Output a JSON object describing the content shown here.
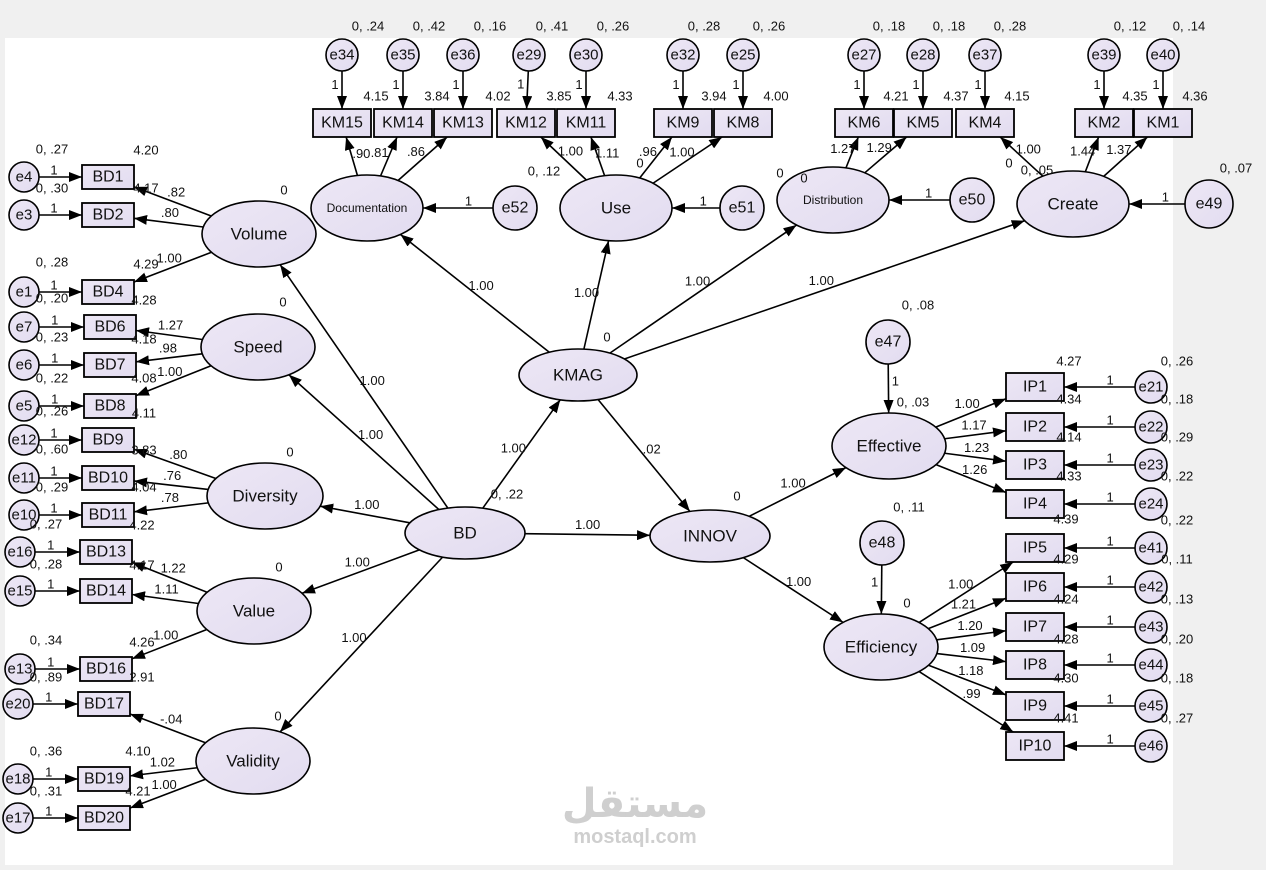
{
  "colors": {
    "fill_top": "#ede7f5",
    "fill_bottom": "#e2dcf0",
    "stroke": "#000000",
    "text": "#111111"
  },
  "watermark": {
    "arabic": "مستقل",
    "latin": "mostaql.com"
  },
  "latents": [
    {
      "id": "BD",
      "label": "BD"
    },
    {
      "id": "KMAG",
      "label": "KMAG"
    },
    {
      "id": "INNOV",
      "label": "INNOV"
    },
    {
      "id": "Volume",
      "label": "Volume"
    },
    {
      "id": "Speed",
      "label": "Speed"
    },
    {
      "id": "Diversity",
      "label": "Diversity"
    },
    {
      "id": "Value",
      "label": "Value"
    },
    {
      "id": "Validity",
      "label": "Validity"
    },
    {
      "id": "Documentation",
      "label": "Documentation"
    },
    {
      "id": "Use",
      "label": "Use"
    },
    {
      "id": "Distribution",
      "label": "Distribution"
    },
    {
      "id": "Create",
      "label": "Create"
    },
    {
      "id": "Effective",
      "label": "Effective"
    },
    {
      "id": "Efficiency",
      "label": "Efficiency"
    }
  ],
  "indicators": [
    "BD1",
    "BD2",
    "BD4",
    "BD6",
    "BD7",
    "BD8",
    "BD9",
    "BD10",
    "BD11",
    "BD13",
    "BD14",
    "BD16",
    "BD17",
    "BD19",
    "BD20",
    "KM15",
    "KM14",
    "KM13",
    "KM12",
    "KM11",
    "KM9",
    "KM8",
    "KM6",
    "KM5",
    "KM4",
    "KM2",
    "KM1",
    "IP1",
    "IP2",
    "IP3",
    "IP4",
    "IP5",
    "IP6",
    "IP7",
    "IP8",
    "IP9",
    "IP10"
  ],
  "errors": [
    "e4",
    "e3",
    "e1",
    "e7",
    "e6",
    "e5",
    "e12",
    "e11",
    "e10",
    "e16",
    "e15",
    "e13",
    "e20",
    "e18",
    "e17",
    "e34",
    "e35",
    "e36",
    "e29",
    "e30",
    "e32",
    "e25",
    "e27",
    "e28",
    "e37",
    "e39",
    "e40",
    "e21",
    "e22",
    "e23",
    "e24",
    "e41",
    "e42",
    "e43",
    "e44",
    "e45",
    "e46",
    "e52",
    "e51",
    "e50",
    "e49",
    "e47",
    "e48"
  ],
  "paths": [
    {
      "from": "BD",
      "to": "KMAG",
      "label": "1.00"
    },
    {
      "from": "BD",
      "to": "INNOV",
      "label": "1.00"
    },
    {
      "from": "KMAG",
      "to": "INNOV",
      "label": ".02"
    },
    {
      "from": "BD",
      "to": "Volume",
      "label": "1.00"
    },
    {
      "from": "BD",
      "to": "Speed",
      "label": "1.00"
    },
    {
      "from": "BD",
      "to": "Diversity",
      "label": "1.00"
    },
    {
      "from": "BD",
      "to": "Value",
      "label": "1.00"
    },
    {
      "from": "BD",
      "to": "Validity",
      "label": "1.00"
    },
    {
      "from": "KMAG",
      "to": "Documentation",
      "label": "1.00"
    },
    {
      "from": "KMAG",
      "to": "Use",
      "label": "1.00"
    },
    {
      "from": "KMAG",
      "to": "Distribution",
      "label": "1.00"
    },
    {
      "from": "KMAG",
      "to": "Create",
      "label": "1.00"
    },
    {
      "from": "INNOV",
      "to": "Effective",
      "label": "1.00"
    },
    {
      "from": "INNOV",
      "to": "Efficiency",
      "label": "1.00"
    },
    {
      "from": "Volume",
      "to": "BD1",
      "label": ".82"
    },
    {
      "from": "Volume",
      "to": "BD2",
      "label": ".80"
    },
    {
      "from": "Volume",
      "to": "BD4",
      "label": "1.00"
    },
    {
      "from": "Speed",
      "to": "BD6",
      "label": "1.27"
    },
    {
      "from": "Speed",
      "to": "BD7",
      "label": ".98"
    },
    {
      "from": "Speed",
      "to": "BD8",
      "label": "1.00"
    },
    {
      "from": "Diversity",
      "to": "BD9",
      "label": ".80"
    },
    {
      "from": "Diversity",
      "to": "BD10",
      "label": ".76"
    },
    {
      "from": "Diversity",
      "to": "BD11",
      "label": ".78"
    },
    {
      "from": "Value",
      "to": "BD13",
      "label": "1.22"
    },
    {
      "from": "Value",
      "to": "BD14",
      "label": "1.11"
    },
    {
      "from": "Value",
      "to": "BD16",
      "label": "1.00"
    },
    {
      "from": "Validity",
      "to": "BD17",
      "label": "-.04"
    },
    {
      "from": "Validity",
      "to": "BD19",
      "label": "1.02"
    },
    {
      "from": "Validity",
      "to": "BD20",
      "label": "1.00"
    },
    {
      "from": "Documentation",
      "to": "KM15",
      "label": ".90"
    },
    {
      "from": "Documentation",
      "to": "KM14",
      "label": ".81"
    },
    {
      "from": "Documentation",
      "to": "KM13",
      "label": ".86"
    },
    {
      "from": "Use",
      "to": "KM12",
      "label": "1.00"
    },
    {
      "from": "Use",
      "to": "KM11",
      "label": "1.11"
    },
    {
      "from": "Use",
      "to": "KM9",
      "label": ".96"
    },
    {
      "from": "Use",
      "to": "KM8",
      "label": "1.00"
    },
    {
      "from": "Distribution",
      "to": "KM6",
      "label": "1.27"
    },
    {
      "from": "Distribution",
      "to": "KM5",
      "label": "1.29"
    },
    {
      "from": "Create",
      "to": "KM4",
      "label": "1.00"
    },
    {
      "from": "Create",
      "to": "KM2",
      "label": "1.44"
    },
    {
      "from": "Create",
      "to": "KM1",
      "label": "1.37"
    },
    {
      "from": "Effective",
      "to": "IP1",
      "label": "1.00"
    },
    {
      "from": "Effective",
      "to": "IP2",
      "label": "1.17"
    },
    {
      "from": "Effective",
      "to": "IP3",
      "label": "1.23"
    },
    {
      "from": "Effective",
      "to": "IP4",
      "label": "1.26"
    },
    {
      "from": "Efficiency",
      "to": "IP5",
      "label": "1.00"
    },
    {
      "from": "Efficiency",
      "to": "IP6",
      "label": "1.21"
    },
    {
      "from": "Efficiency",
      "to": "IP7",
      "label": "1.20"
    },
    {
      "from": "Efficiency",
      "to": "IP8",
      "label": "1.09"
    },
    {
      "from": "Efficiency",
      "to": "IP9",
      "label": "1.18"
    },
    {
      "from": "Efficiency",
      "to": "IP10",
      "label": ".99"
    },
    {
      "from": "e4",
      "to": "BD1",
      "label": "1"
    },
    {
      "from": "e3",
      "to": "BD2",
      "label": "1"
    },
    {
      "from": "e1",
      "to": "BD4",
      "label": "1"
    },
    {
      "from": "e7",
      "to": "BD6",
      "label": "1"
    },
    {
      "from": "e6",
      "to": "BD7",
      "label": "1"
    },
    {
      "from": "e5",
      "to": "BD8",
      "label": "1"
    },
    {
      "from": "e12",
      "to": "BD9",
      "label": "1"
    },
    {
      "from": "e11",
      "to": "BD10",
      "label": "1"
    },
    {
      "from": "e10",
      "to": "BD11",
      "label": "1"
    },
    {
      "from": "e16",
      "to": "BD13",
      "label": "1"
    },
    {
      "from": "e15",
      "to": "BD14",
      "label": "1"
    },
    {
      "from": "e13",
      "to": "BD16",
      "label": "1"
    },
    {
      "from": "e20",
      "to": "BD17",
      "label": "1"
    },
    {
      "from": "e18",
      "to": "BD19",
      "label": "1"
    },
    {
      "from": "e17",
      "to": "BD20",
      "label": "1"
    },
    {
      "from": "e34",
      "to": "KM15",
      "label": "1"
    },
    {
      "from": "e35",
      "to": "KM14",
      "label": "1"
    },
    {
      "from": "e36",
      "to": "KM13",
      "label": "1"
    },
    {
      "from": "e29",
      "to": "KM12",
      "label": "1"
    },
    {
      "from": "e30",
      "to": "KM11",
      "label": "1"
    },
    {
      "from": "e32",
      "to": "KM9",
      "label": "1"
    },
    {
      "from": "e25",
      "to": "KM8",
      "label": "1"
    },
    {
      "from": "e27",
      "to": "KM6",
      "label": "1"
    },
    {
      "from": "e28",
      "to": "KM5",
      "label": "1"
    },
    {
      "from": "e37",
      "to": "KM4",
      "label": "1"
    },
    {
      "from": "e39",
      "to": "KM2",
      "label": "1"
    },
    {
      "from": "e40",
      "to": "KM1",
      "label": "1"
    },
    {
      "from": "e21",
      "to": "IP1",
      "label": "1"
    },
    {
      "from": "e22",
      "to": "IP2",
      "label": "1"
    },
    {
      "from": "e23",
      "to": "IP3",
      "label": "1"
    },
    {
      "from": "e24",
      "to": "IP4",
      "label": "1"
    },
    {
      "from": "e41",
      "to": "IP5",
      "label": "1"
    },
    {
      "from": "e42",
      "to": "IP6",
      "label": "1"
    },
    {
      "from": "e43",
      "to": "IP7",
      "label": "1"
    },
    {
      "from": "e44",
      "to": "IP8",
      "label": "1"
    },
    {
      "from": "e45",
      "to": "IP9",
      "label": "1"
    },
    {
      "from": "e46",
      "to": "IP10",
      "label": "1"
    },
    {
      "from": "e52",
      "to": "Documentation",
      "label": "1"
    },
    {
      "from": "e51",
      "to": "Use",
      "label": "1"
    },
    {
      "from": "e50",
      "to": "Distribution",
      "label": "1"
    },
    {
      "from": "e49",
      "to": "Create",
      "label": "1"
    },
    {
      "from": "e47",
      "to": "Effective",
      "label": "1"
    },
    {
      "from": "e48",
      "to": "Efficiency",
      "label": "1"
    }
  ],
  "estimates": [
    "0, .22",
    "0",
    "0",
    "0",
    "0",
    "0",
    "0",
    "0",
    "0",
    "0",
    "0, .05",
    "0, .03",
    "0",
    "0",
    "0",
    "0, .27",
    "0, .30",
    "0, .28",
    "0, .20",
    "0, .23",
    "0, .22",
    "0, .26",
    "0, .60",
    "0, .29",
    "0, .27",
    "0, .28",
    "0, .34",
    "0, .89",
    "0, .36",
    "0, .31",
    "4.20",
    "4.17",
    "4.29",
    "4.28",
    "4.18",
    "4.08",
    "4.11",
    "3.83",
    "4.04",
    "4.22",
    "4.17",
    "4.26",
    "2.91",
    "4.10",
    "4.21",
    "0, .24",
    "0, .42",
    "0, .16",
    "0, .41",
    "0, .26",
    "0, .28",
    "0, .26",
    "0, .18",
    "0, .18",
    "0, .28",
    "0, .12",
    "0, .14",
    "4.15",
    "3.84",
    "4.02",
    "3.85",
    "4.33",
    "3.94",
    "4.00",
    "4.21",
    "4.37",
    "4.15",
    "4.35",
    "4.36",
    "0, .26",
    "0, .18",
    "0, .29",
    "0, .22",
    "0, .22",
    "0, .11",
    "0, .13",
    "0, .20",
    "0, .18",
    "0, .27",
    "4.27",
    "4.34",
    "4.14",
    "4.33",
    "4.39",
    "4.29",
    "4.24",
    "4.28",
    "4.30",
    "4.41",
    "0, .12",
    "0, .07",
    "0, .08",
    "0, .11"
  ]
}
